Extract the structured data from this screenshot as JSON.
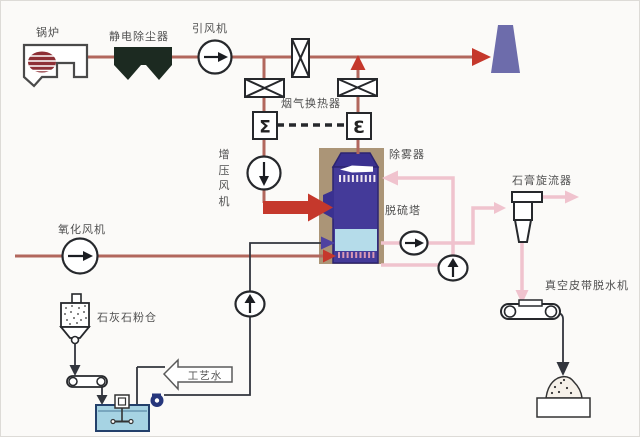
{
  "diagram": {
    "labels": {
      "boiler": "锅炉",
      "esp": "静电除尘器",
      "id_fan": "引风机",
      "ggh": "烟气换热器",
      "booster_fan": "增压风机",
      "demister": "除雾器",
      "absorber": "脱硫塔",
      "oxidation_fan": "氧化风机",
      "limestone_silo": "石灰石粉仓",
      "process_water": "工艺水",
      "gypsum_cyclone": "石膏旋流器",
      "vacuum_belt_dewaterer": "真空皮带脱水机"
    },
    "symbols": {
      "ggh_element_left": "Σ",
      "ggh_element_right": "Ɛ"
    },
    "colors": {
      "flue_gas_line": "#b2675d",
      "red_arrow": "#c5382c",
      "slurry_pink_line": "#f0c3ce",
      "process_dark_line": "#32353d",
      "tower_purple": "#443a99",
      "tower_cap_purple": "#3a3190",
      "tower_frame_tan": "#ab9577",
      "pool_blue": "#b5dcea",
      "tank_blue": "#a6d3e3",
      "chimney_purple": "#6d6cab",
      "esp_dark": "#1c2a21",
      "purple_arrow": "#4e42a0",
      "flame_red": "#8e3036"
    }
  }
}
